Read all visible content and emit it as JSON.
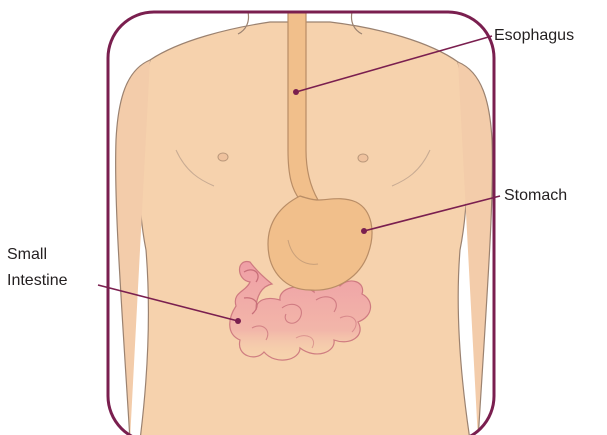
{
  "labels": {
    "esophagus": "Esophagus",
    "stomach": "Stomach",
    "small_intestine_line1": "Small",
    "small_intestine_line2": "Intestine"
  },
  "colors": {
    "frame": "#7a1f4f",
    "skin": "#f6d2ad",
    "skin_outline": "#9b8270",
    "organ": "#f1bf8b",
    "organ_outline": "#b98d66",
    "intestine": "#ef9fa6",
    "intestine_outline": "#c86f79",
    "leader": "#7a1f4f"
  }
}
